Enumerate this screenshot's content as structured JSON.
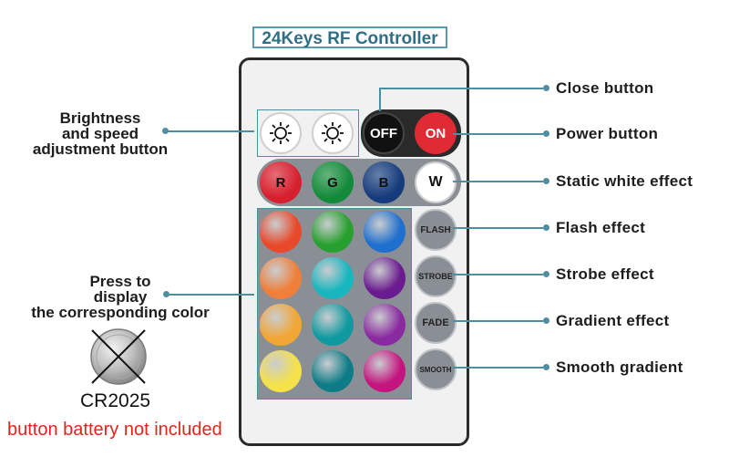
{
  "title": "24Keys RF Controller",
  "buttons": {
    "brightness_up": "☼+",
    "brightness_down": "☼-",
    "off": "OFF",
    "on": "ON",
    "r": "R",
    "g": "G",
    "b": "B",
    "w": "W",
    "flash": "FLASH",
    "strobe": "STROBE",
    "fade": "FADE",
    "smooth": "SMOOTH"
  },
  "color_grid": [
    [
      "#e8492a",
      "#27a02f",
      "#1f6fce"
    ],
    [
      "#ef7f3a",
      "#18b6bf",
      "#6a1b8f"
    ],
    [
      "#f2a636",
      "#0f9aa0",
      "#8a2aa0"
    ],
    [
      "#f5e14a",
      "#0d7c86",
      "#c4157e"
    ]
  ],
  "rgbw_colors": {
    "r": "#d71f2e",
    "g": "#138a3a",
    "b": "#153b7c",
    "w": "#ffffff"
  },
  "right_labels": {
    "close": "Close button",
    "power": "Power button",
    "static_white": "Static white effect",
    "flash": "Flash effect",
    "strobe": "Strobe effect",
    "gradient": "Gradient effect",
    "smooth": "Smooth gradient"
  },
  "left_labels": {
    "brightness": [
      "Brightness",
      "and speed",
      "adjustment button"
    ],
    "press": [
      "Press to",
      "display",
      "the corresponding color"
    ]
  },
  "battery": {
    "model": "CR2025",
    "note": "button battery not included"
  },
  "colors": {
    "accent": "#4f8ea0",
    "note_red": "#e4231d"
  }
}
